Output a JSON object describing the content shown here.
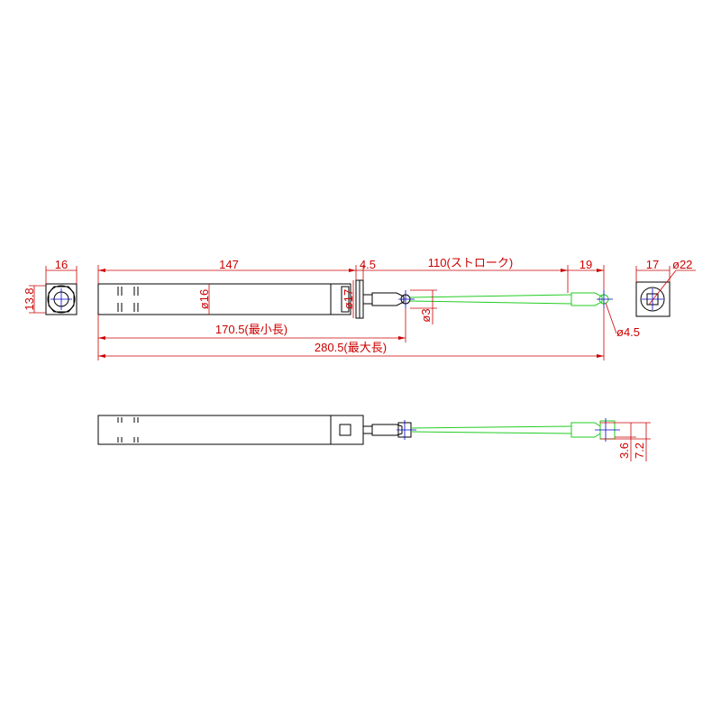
{
  "drawing": {
    "colors": {
      "outline": "#000000",
      "rod": "#22cc22",
      "centerline": "#0000cc",
      "dimension": "#cc0000"
    },
    "dimensions": {
      "end_left_width": "16",
      "end_left_height": "13.8",
      "body_length": "147",
      "flange_thickness": "4.5",
      "stroke": "110(ストローク)",
      "rod_end_length": "19",
      "end_right_width": "17",
      "end_right_diameter": "ø22",
      "body_diameter": "ø16",
      "flange_diameter": "ø17",
      "rod_diameter": "ø3",
      "eye_hole_diameter": "ø4.5",
      "min_length": "170.5(最小長)",
      "max_length": "280.5(最大長)",
      "eye_thickness": "3.6",
      "eye_outer": "7.2"
    }
  }
}
